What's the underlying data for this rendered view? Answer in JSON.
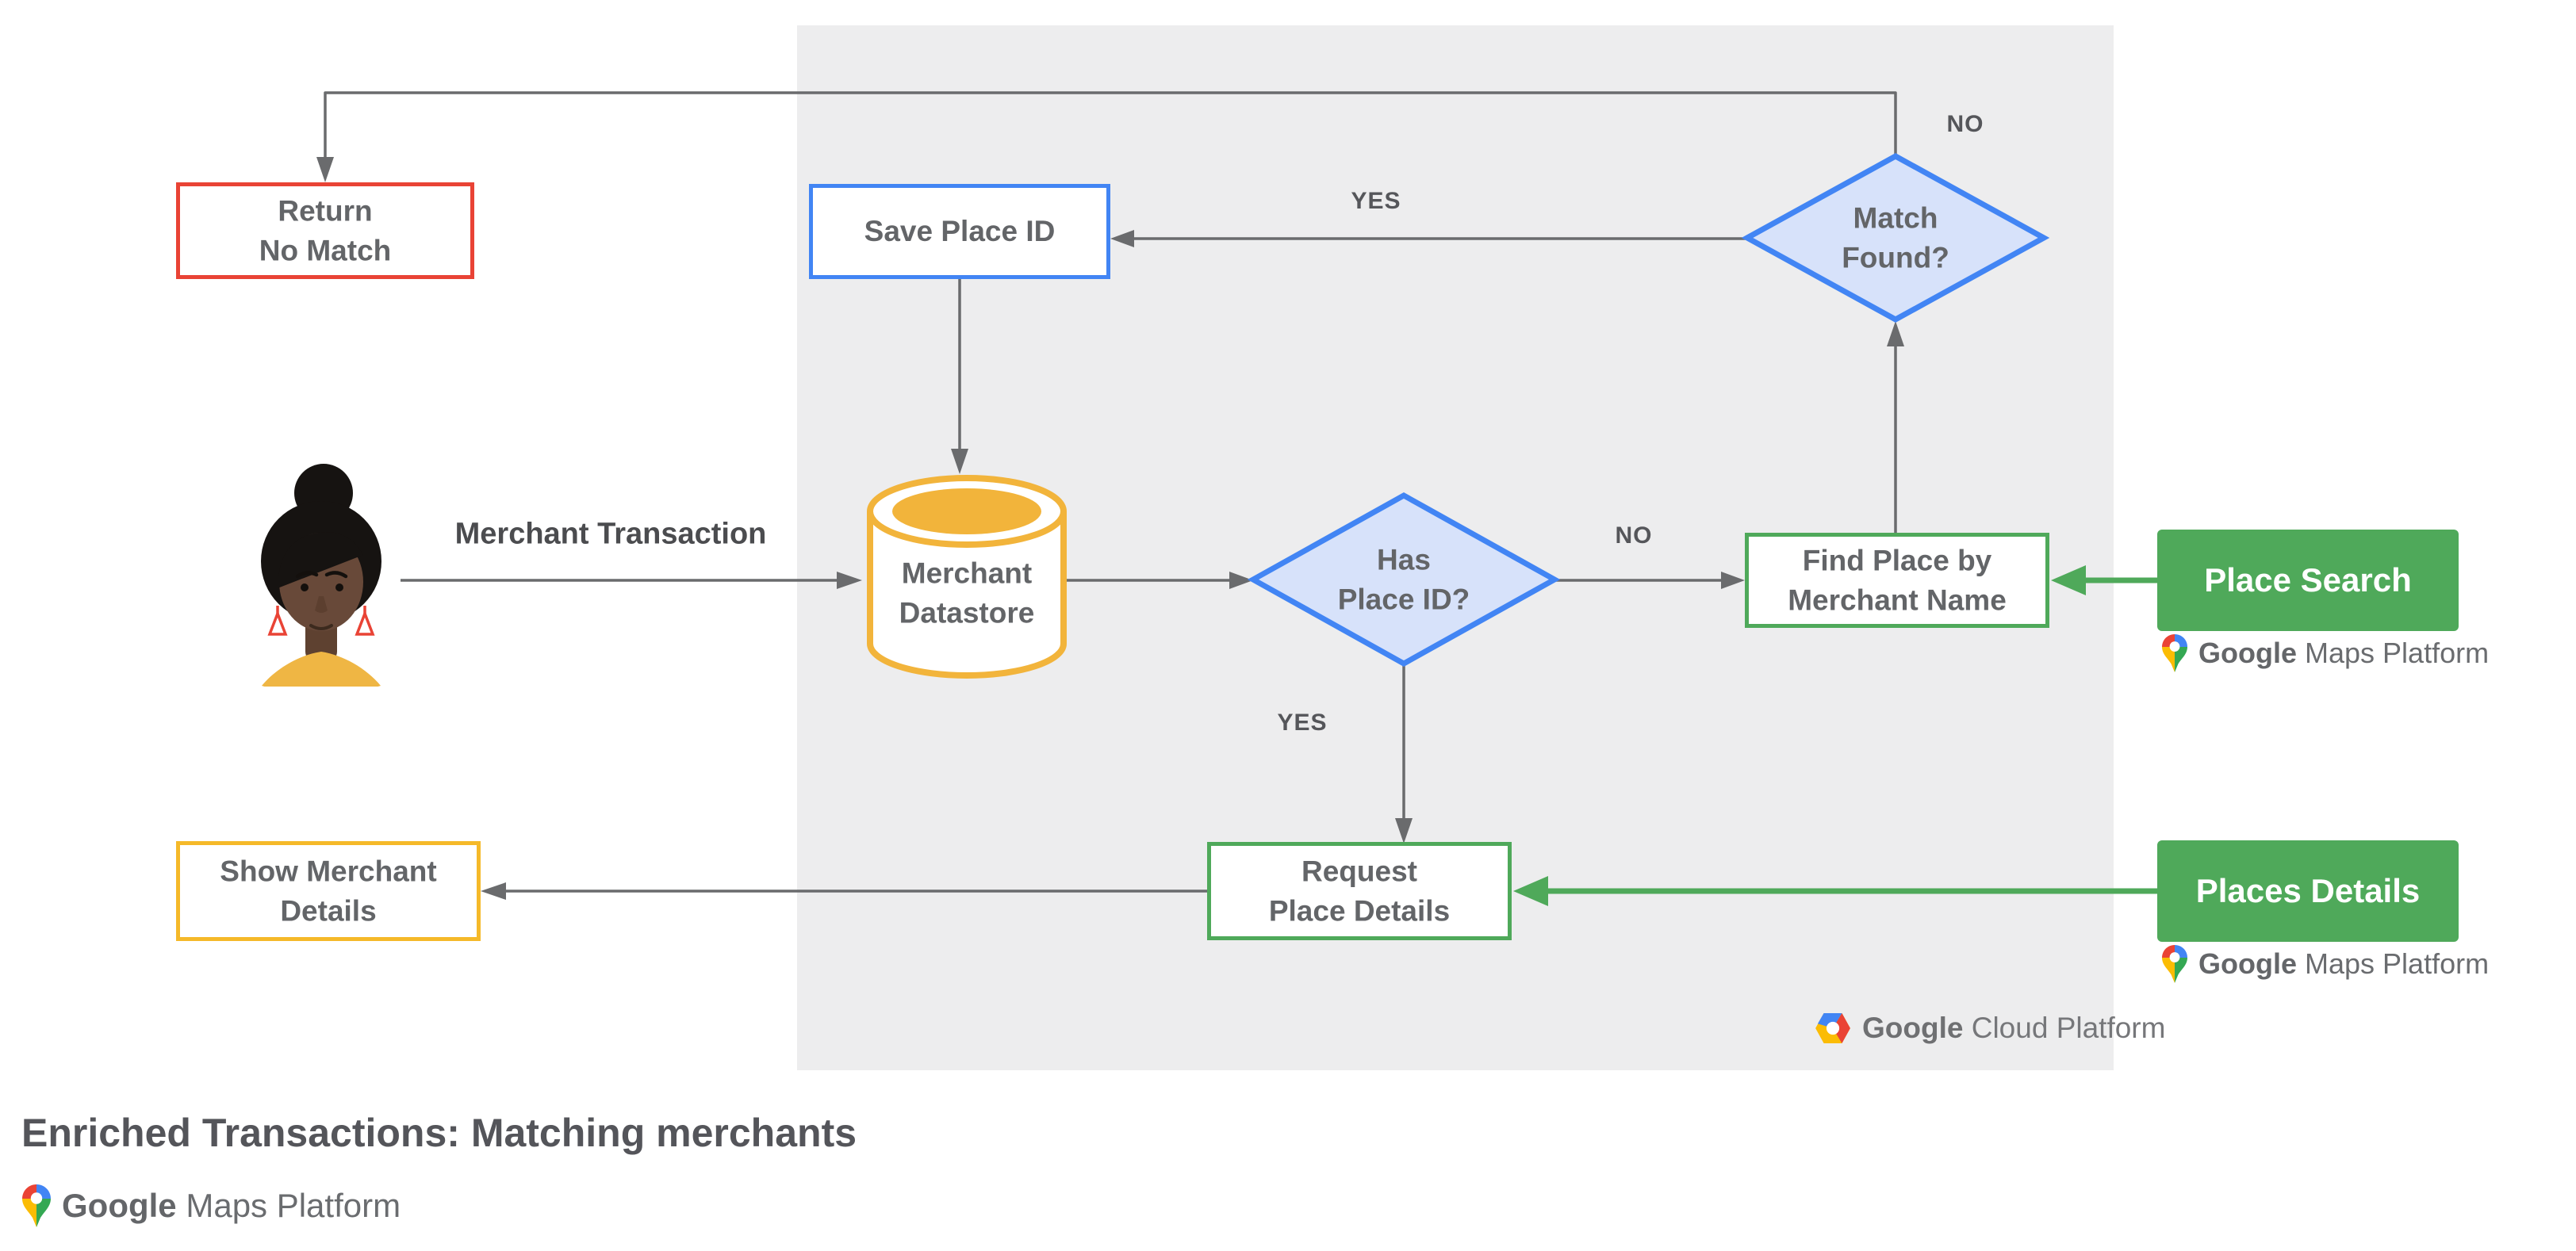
{
  "diagram_title": "Enriched Transactions: Matching merchants",
  "nodes": {
    "return_no_match": {
      "label": "Return\nNo Match",
      "type": "terminal",
      "accent": "#E94335"
    },
    "save_place_id": {
      "label": "Save Place ID",
      "type": "process",
      "accent": "#4285F4"
    },
    "match_found": {
      "label": "Match\nFound?",
      "type": "decision",
      "accent": "#4285F4"
    },
    "merchant_datastore": {
      "label": "Merchant\nDatastore",
      "type": "datastore",
      "accent": "#F2B43B"
    },
    "has_place_id": {
      "label": "Has\nPlace ID?",
      "type": "decision",
      "accent": "#4285F4"
    },
    "find_place": {
      "label": "Find Place by\nMerchant Name",
      "type": "process",
      "accent": "#4FA95A"
    },
    "request_place_details": {
      "label": "Request\nPlace Details",
      "type": "process",
      "accent": "#4FA95A"
    },
    "show_merchant_details": {
      "label": "Show Merchant\nDetails",
      "type": "process",
      "accent": "#F5B929"
    }
  },
  "api_cards": {
    "place_search": {
      "label": "Place Search"
    },
    "places_details": {
      "label": "Places Details"
    }
  },
  "edge_labels": {
    "no_top": "NO",
    "yes_top": "YES",
    "merchant_transaction": "Merchant Transaction",
    "no_mid": "NO",
    "yes_mid": "YES"
  },
  "logos": {
    "google_maps_platform": {
      "google": "Google",
      "rest": "Maps Platform"
    },
    "google_cloud_platform": {
      "google": "Google",
      "rest": "Cloud Platform"
    }
  },
  "colors": {
    "red": "#E94335",
    "blue": "#4285F4",
    "blue_fill": "#D7E2FA",
    "yellow": "#F2B43B",
    "green": "#4FA95A",
    "panel_gray": "#EDEDEE",
    "connector_gray": "#6A6B6D",
    "label_gray": "#636568"
  }
}
